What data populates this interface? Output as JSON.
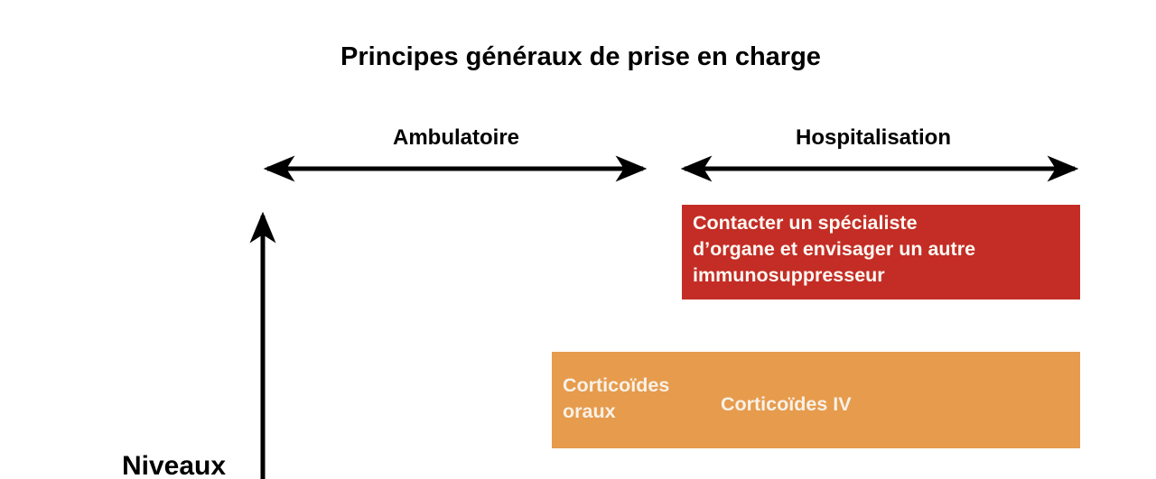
{
  "title": "Principes généraux de prise en charge",
  "axes": {
    "ambulatoire": "Ambulatoire",
    "hospitalisation": "Hospitalisation",
    "niveaux": "Niveaux"
  },
  "boxes": {
    "specialist": {
      "text": "Contacter un spécialiste\nd’organe et envisager un autre\nimmunosuppresseur",
      "color": "#c32d26"
    },
    "corticoides": {
      "oral": "Corticoïdes\noraux",
      "iv": "Corticoïdes IV",
      "color": "#e69b4d"
    }
  },
  "colors": {
    "background": "#ffffff",
    "arrow": "#000000",
    "box_text": "#f9f1e6",
    "specialist_box": "#c32d26",
    "corticoides_box": "#e69b4d"
  }
}
